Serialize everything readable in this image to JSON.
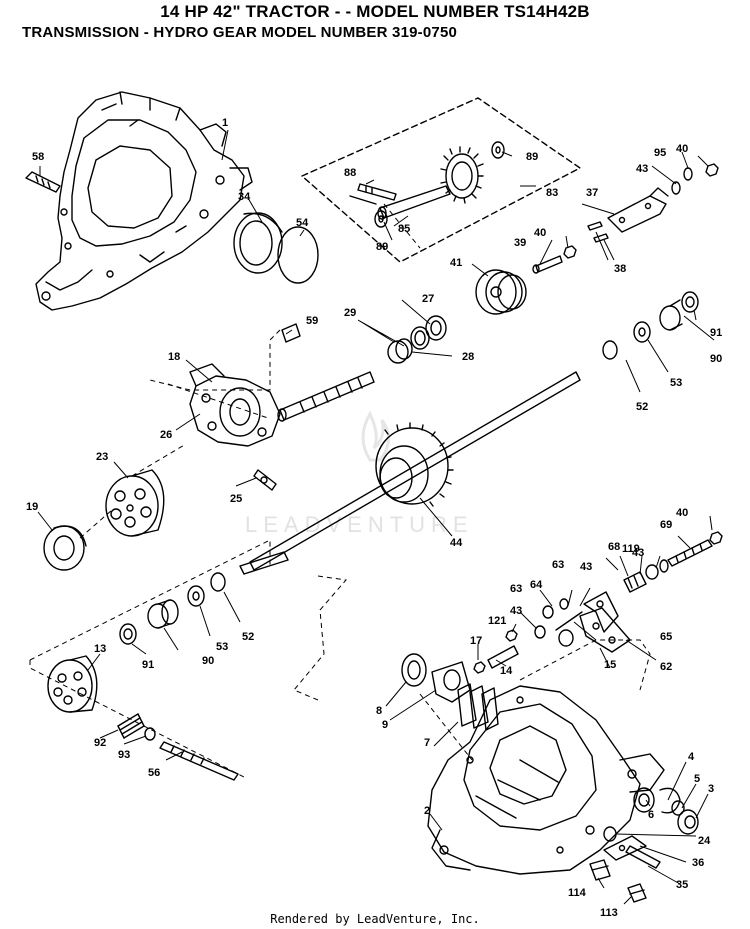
{
  "header": {
    "title": "14 HP 42\" TRACTOR - - MODEL NUMBER TS14H42B",
    "subtitle": "TRANSMISSION  -  HYDRO GEAR MODEL NUMBER 319-0750"
  },
  "watermark": "LEADVENTURE",
  "footer": "Rendered by LeadVenture, Inc.",
  "callouts": [
    "1",
    "2",
    "3",
    "4",
    "5",
    "6",
    "7",
    "8",
    "9",
    "13",
    "14",
    "15",
    "17",
    "18",
    "19",
    "23",
    "24",
    "25",
    "26",
    "27",
    "28",
    "29",
    "34",
    "35",
    "36",
    "37",
    "38",
    "39",
    "40",
    "40",
    "40",
    "41",
    "43",
    "43",
    "43",
    "43",
    "44",
    "52",
    "52",
    "53",
    "53",
    "54",
    "56",
    "58",
    "59",
    "62",
    "63",
    "63",
    "64",
    "65",
    "68",
    "69",
    "83",
    "85",
    "88",
    "89",
    "89",
    "90",
    "90",
    "91",
    "91",
    "92",
    "93",
    "95",
    "113",
    "114",
    "119",
    "121"
  ],
  "colors": {
    "ink": "#000000",
    "watermark": "#e2e2e2",
    "background": "#ffffff"
  }
}
